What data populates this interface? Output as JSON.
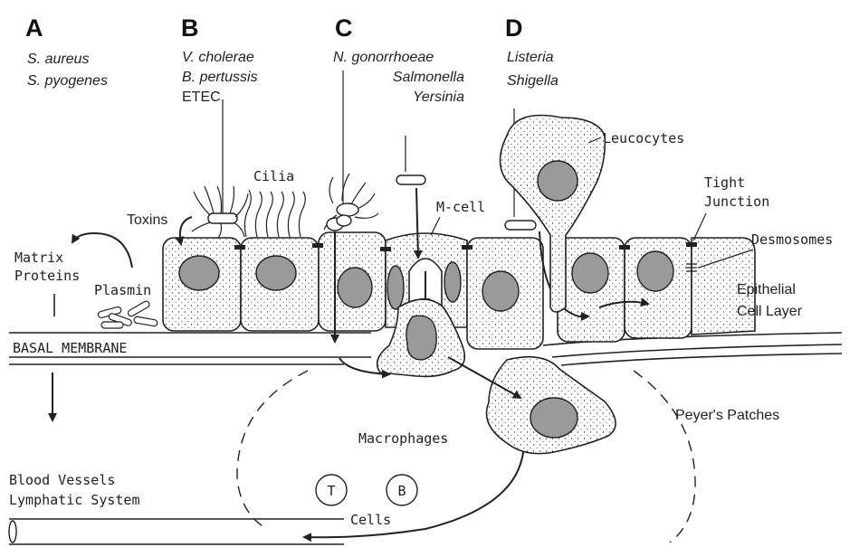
{
  "columns": [
    {
      "letter": "A",
      "organisms": [
        "S. aureus",
        "S. pyogenes"
      ]
    },
    {
      "letter": "B",
      "organisms": [
        "V. cholerae",
        "B. pertussis",
        "ETEC"
      ]
    },
    {
      "letter": "C",
      "organisms": [
        "N. gonorrhoeae",
        "Salmonella",
        "Yersinia"
      ]
    },
    {
      "letter": "D",
      "organisms": [
        "Listeria",
        "Shigella"
      ]
    }
  ],
  "labels": {
    "cilia": "Cilia",
    "toxins": "Toxins",
    "m_cell": "M-cell",
    "leucocytes": "Leucocytes",
    "tight_junction_1": "Tight",
    "tight_junction_2": "Junction",
    "desmosomes": "Desmosomes",
    "epithelial_1": "Epithelial",
    "epithelial_2": "Cell Layer",
    "matrix_1": "Matrix",
    "matrix_2": "Proteins",
    "plasmin": "Plasmin",
    "basal_membrane": "BASAL MEMBRANE",
    "macrophages": "Macrophages",
    "peyers_patches": "Peyer's Patches",
    "blood_1": "Blood Vessels",
    "blood_2": "Lymphatic System",
    "t_cell": "T",
    "b_cell": "B",
    "cells": "Cells",
    "vessel_mark": "0"
  }
}
